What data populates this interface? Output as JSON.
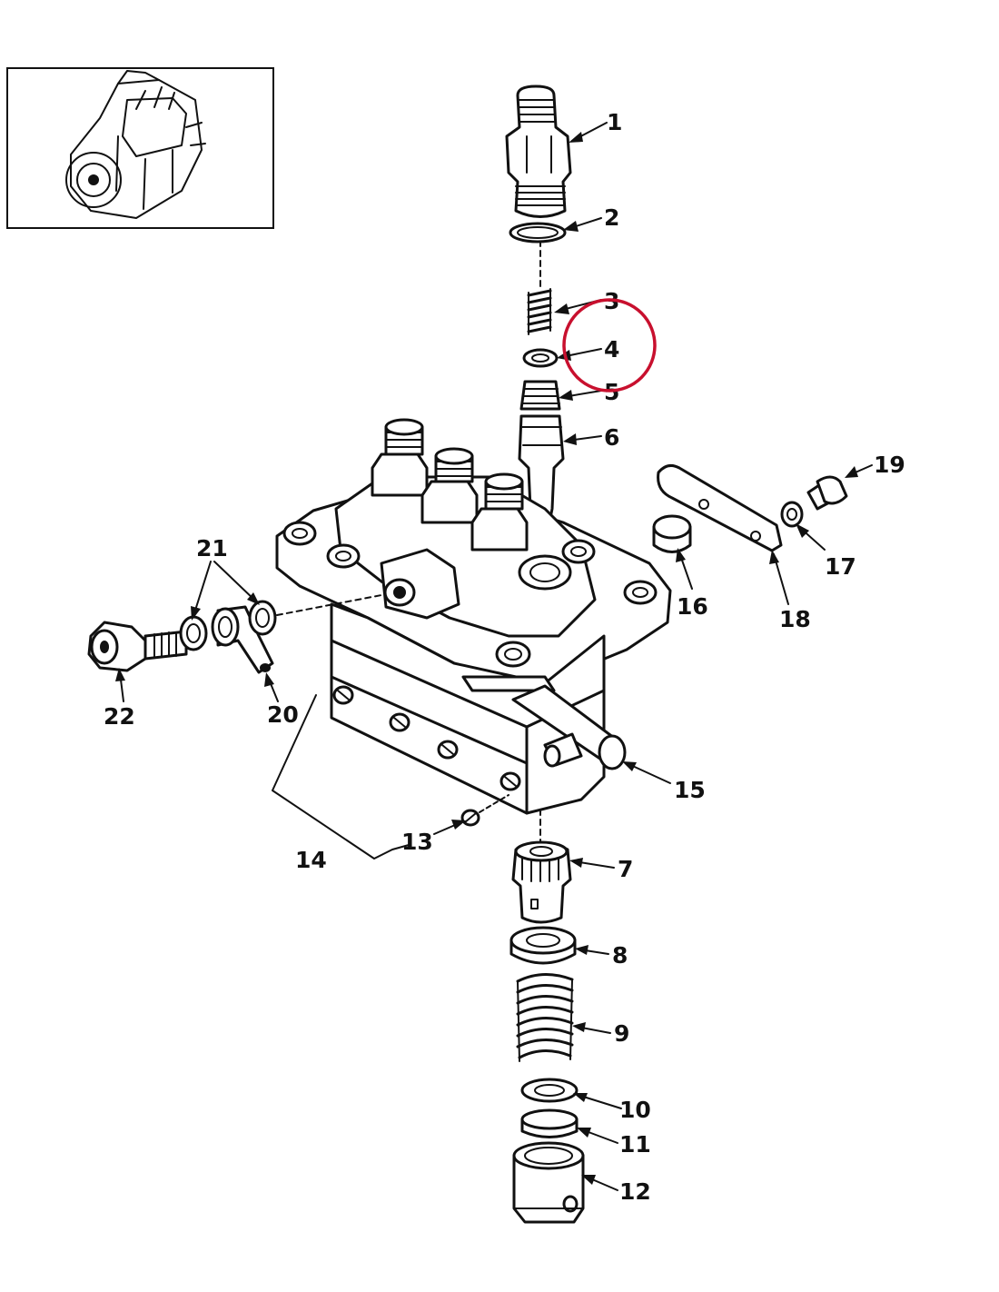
{
  "diagram": {
    "callouts": [
      {
        "id": "1",
        "label": "1"
      },
      {
        "id": "2",
        "label": "2"
      },
      {
        "id": "3",
        "label": "3"
      },
      {
        "id": "4",
        "label": "4"
      },
      {
        "id": "5",
        "label": "5"
      },
      {
        "id": "6",
        "label": "6"
      },
      {
        "id": "7",
        "label": "7"
      },
      {
        "id": "8",
        "label": "8"
      },
      {
        "id": "9",
        "label": "9"
      },
      {
        "id": "10",
        "label": "10"
      },
      {
        "id": "11",
        "label": "11"
      },
      {
        "id": "12",
        "label": "12"
      },
      {
        "id": "13",
        "label": "13"
      },
      {
        "id": "14",
        "label": "14"
      },
      {
        "id": "15",
        "label": "15"
      },
      {
        "id": "16",
        "label": "16"
      },
      {
        "id": "17",
        "label": "17"
      },
      {
        "id": "18",
        "label": "18"
      },
      {
        "id": "19",
        "label": "19"
      },
      {
        "id": "20",
        "label": "20"
      },
      {
        "id": "21",
        "label": "21"
      },
      {
        "id": "22",
        "label": "22"
      }
    ],
    "highlight": {
      "target": "4",
      "color": "#c8102e"
    },
    "line_color": "#111111"
  }
}
